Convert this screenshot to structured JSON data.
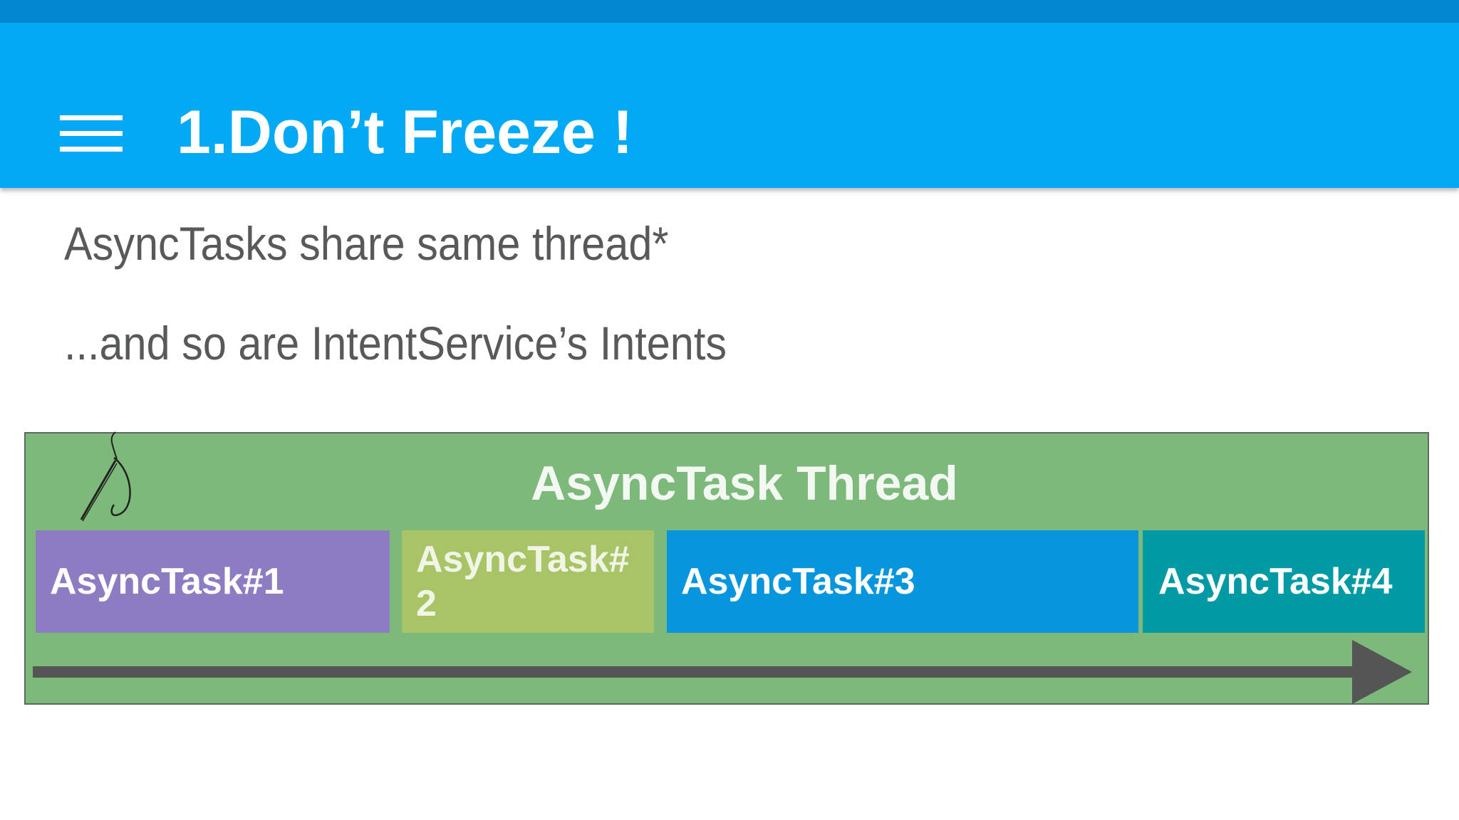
{
  "header": {
    "title": "1.Don’t Freeze !",
    "menu_icon": "hamburger-menu-icon",
    "app_bar_color": "#03a9f4",
    "status_bar_color": "#0288d1"
  },
  "content": {
    "line_1": "AsyncTasks share same thread*",
    "line_2": "...and so are IntentService’s Intents"
  },
  "diagram": {
    "title": "AsyncTask Thread",
    "thread_icon": "thread-needle-icon",
    "background_color": "#7cb97a",
    "tasks": [
      {
        "label": "AsyncTask#1",
        "color": "#8e7cc3"
      },
      {
        "label": "AsyncTask#2",
        "color": "#a9c466"
      },
      {
        "label": "AsyncTask#3",
        "color": "#0796de"
      },
      {
        "label": "AsyncTask#4",
        "color": "#009aa4"
      }
    ],
    "arrow_icon": "timeline-arrow-icon",
    "arrow_color": "#555555"
  }
}
